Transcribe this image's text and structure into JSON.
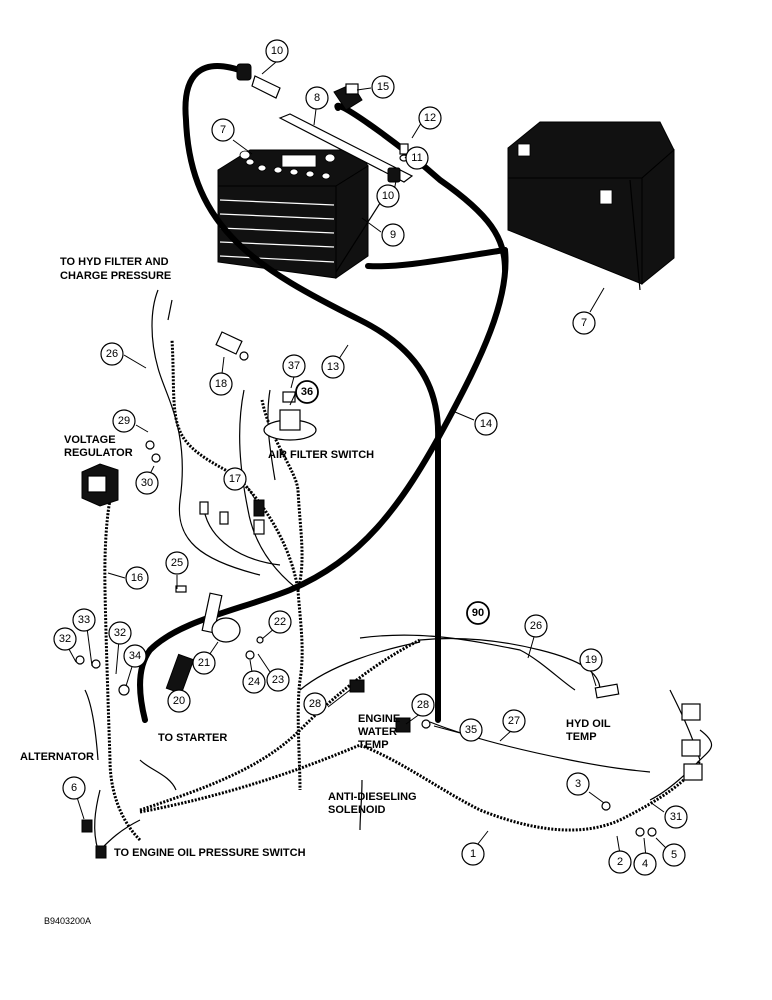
{
  "labels": {
    "hyd_filter_l1": "TO HYD FILTER AND",
    "hyd_filter_l2": "CHARGE PRESSURE",
    "voltage_reg_l1": "VOLTAGE",
    "voltage_reg_l2": "REGULATOR",
    "air_filter_switch": "AIR FILTER SWITCH",
    "alternator": "ALTERNATOR",
    "to_starter": "TO STARTER",
    "engine_water_l1": "ENGINE",
    "engine_water_l2": "WATER",
    "engine_water_l3": "TEMP",
    "hyd_oil_l1": "HYD OIL",
    "hyd_oil_l2": "TEMP",
    "anti_dieseling_l1": "ANTI-DIESELING",
    "anti_dieseling_l2": "SOLENOID",
    "engine_oil_pressure": "TO ENGINE OIL PRESSURE SWITCH",
    "figure_code": "B9403200A"
  },
  "callouts": {
    "c10a": "10",
    "c15": "15",
    "c8": "8",
    "c12": "12",
    "c7a": "7",
    "c11": "11",
    "c10b": "10",
    "c9": "9",
    "c7b": "7",
    "c26a": "26",
    "c18": "18",
    "c37": "37",
    "c36": "36",
    "c13": "13",
    "c14": "14",
    "c29": "29",
    "c30": "30",
    "c17": "17",
    "c16": "16",
    "c25": "25",
    "c33": "33",
    "c32a": "32",
    "c32b": "32",
    "c34": "34",
    "c22": "22",
    "c21": "21",
    "c20": "20",
    "c24": "24",
    "c23": "23",
    "c90": "90",
    "c26b": "26",
    "c19": "19",
    "c28a": "28",
    "c28b": "28",
    "c35": "35",
    "c27": "27",
    "c6": "6",
    "c3": "3",
    "c31": "31",
    "c1": "1",
    "c2": "2",
    "c4": "4",
    "c5": "5"
  }
}
